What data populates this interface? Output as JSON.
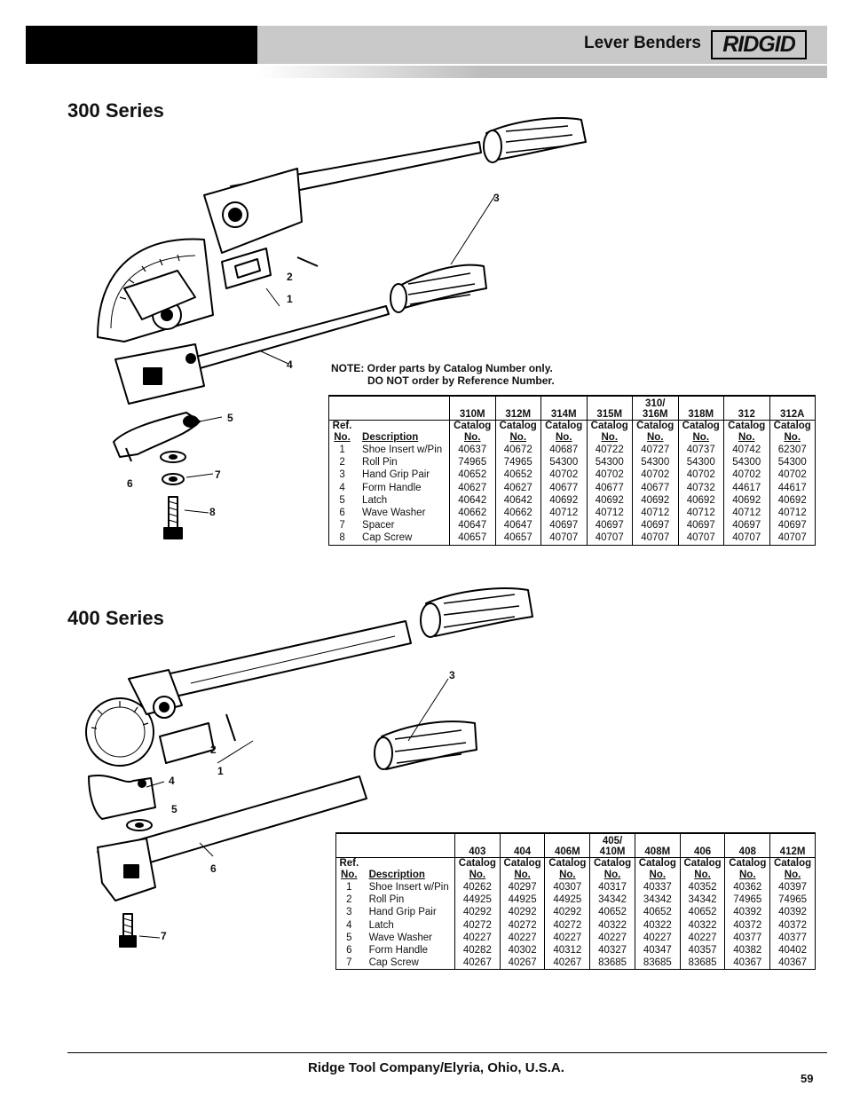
{
  "header": {
    "title": "Lever Benders",
    "logo": "RIDGID"
  },
  "series300": {
    "title": "300 Series",
    "callouts": [
      "1",
      "2",
      "3",
      "4",
      "5",
      "6",
      "7",
      "8"
    ],
    "note_line1": "NOTE: Order parts by Catalog Number only.",
    "note_line2": "DO NOT order by Reference Number.",
    "models": [
      "310M",
      "312M",
      "314M",
      "315M",
      "310/\n316M",
      "318M",
      "312",
      "312A"
    ],
    "ref_label": "Ref.",
    "no_label": "No.",
    "desc_label": "Description",
    "catalog_label": "Catalog",
    "rows": [
      {
        "ref": "1",
        "desc": "Shoe Insert w/Pin",
        "vals": [
          "40637",
          "40672",
          "40687",
          "40722",
          "40727",
          "40737",
          "40742",
          "62307"
        ]
      },
      {
        "ref": "2",
        "desc": "Roll Pin",
        "vals": [
          "74965",
          "74965",
          "54300",
          "54300",
          "54300",
          "54300",
          "54300",
          "54300"
        ]
      },
      {
        "ref": "3",
        "desc": "Hand Grip Pair",
        "vals": [
          "40652",
          "40652",
          "40702",
          "40702",
          "40702",
          "40702",
          "40702",
          "40702"
        ]
      },
      {
        "ref": "4",
        "desc": "Form Handle",
        "vals": [
          "40627",
          "40627",
          "40677",
          "40677",
          "40677",
          "40732",
          "44617",
          "44617"
        ]
      },
      {
        "ref": "5",
        "desc": "Latch",
        "vals": [
          "40642",
          "40642",
          "40692",
          "40692",
          "40692",
          "40692",
          "40692",
          "40692"
        ]
      },
      {
        "ref": "6",
        "desc": "Wave Washer",
        "vals": [
          "40662",
          "40662",
          "40712",
          "40712",
          "40712",
          "40712",
          "40712",
          "40712"
        ]
      },
      {
        "ref": "7",
        "desc": "Spacer",
        "vals": [
          "40647",
          "40647",
          "40697",
          "40697",
          "40697",
          "40697",
          "40697",
          "40697"
        ]
      },
      {
        "ref": "8",
        "desc": "Cap Screw",
        "vals": [
          "40657",
          "40657",
          "40707",
          "40707",
          "40707",
          "40707",
          "40707",
          "40707"
        ]
      }
    ]
  },
  "series400": {
    "title": "400 Series",
    "callouts": [
      "1",
      "2",
      "3",
      "4",
      "5",
      "6",
      "7"
    ],
    "models": [
      "403",
      "404",
      "406M",
      "405/\n410M",
      "408M",
      "406",
      "408",
      "412M"
    ],
    "ref_label": "Ref.",
    "no_label": "No.",
    "desc_label": "Description",
    "catalog_label": "Catalog",
    "rows": [
      {
        "ref": "1",
        "desc": "Shoe Insert w/Pin",
        "vals": [
          "40262",
          "40297",
          "40307",
          "40317",
          "40337",
          "40352",
          "40362",
          "40397"
        ]
      },
      {
        "ref": "2",
        "desc": "Roll Pin",
        "vals": [
          "44925",
          "44925",
          "44925",
          "34342",
          "34342",
          "34342",
          "74965",
          "74965"
        ]
      },
      {
        "ref": "3",
        "desc": "Hand Grip Pair",
        "vals": [
          "40292",
          "40292",
          "40292",
          "40652",
          "40652",
          "40652",
          "40392",
          "40392"
        ]
      },
      {
        "ref": "4",
        "desc": "Latch",
        "vals": [
          "40272",
          "40272",
          "40272",
          "40322",
          "40322",
          "40322",
          "40372",
          "40372"
        ]
      },
      {
        "ref": "5",
        "desc": "Wave Washer",
        "vals": [
          "40227",
          "40227",
          "40227",
          "40227",
          "40227",
          "40227",
          "40377",
          "40377"
        ]
      },
      {
        "ref": "6",
        "desc": "Form Handle",
        "vals": [
          "40282",
          "40302",
          "40312",
          "40327",
          "40347",
          "40357",
          "40382",
          "40402"
        ]
      },
      {
        "ref": "7",
        "desc": "Cap Screw",
        "vals": [
          "40267",
          "40267",
          "40267",
          "83685",
          "83685",
          "83685",
          "40367",
          "40367"
        ]
      }
    ]
  },
  "footer": {
    "company": "Ridge Tool Company/Elyria, Ohio, U.S.A.",
    "page": "59"
  }
}
